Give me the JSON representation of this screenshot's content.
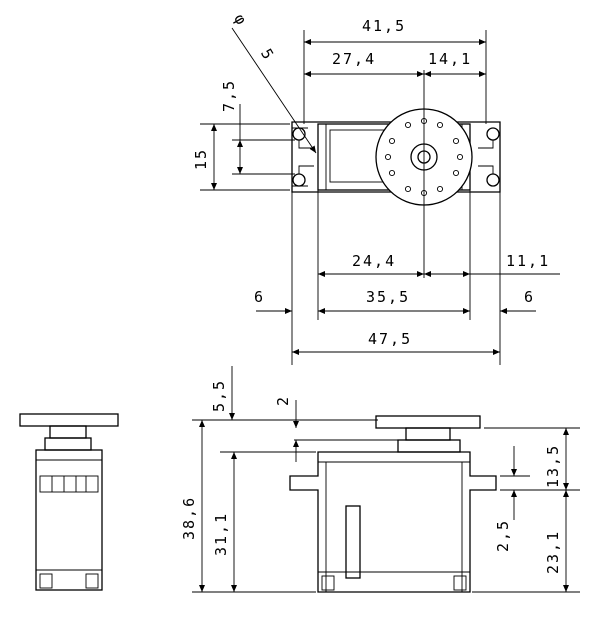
{
  "labels": {
    "diam_symbol": "φ",
    "diam_value": "5",
    "w_41_5": "41,5",
    "w_27_4": "27,4",
    "w_14_1": "14,1",
    "h_7_5": "7,5",
    "h_15": "15",
    "w_24_4": "24,4",
    "w_11_1": "11,1",
    "w_6_left": "6",
    "w_35_5": "35,5",
    "w_6_right": "6",
    "w_47_5": "47,5",
    "h_5_5": "5,5",
    "h_2": "2",
    "h_38_6": "38,6",
    "h_31_1": "31,1",
    "h_13_5": "13,5",
    "h_2_5": "2,5",
    "h_23_1": "23,1"
  }
}
